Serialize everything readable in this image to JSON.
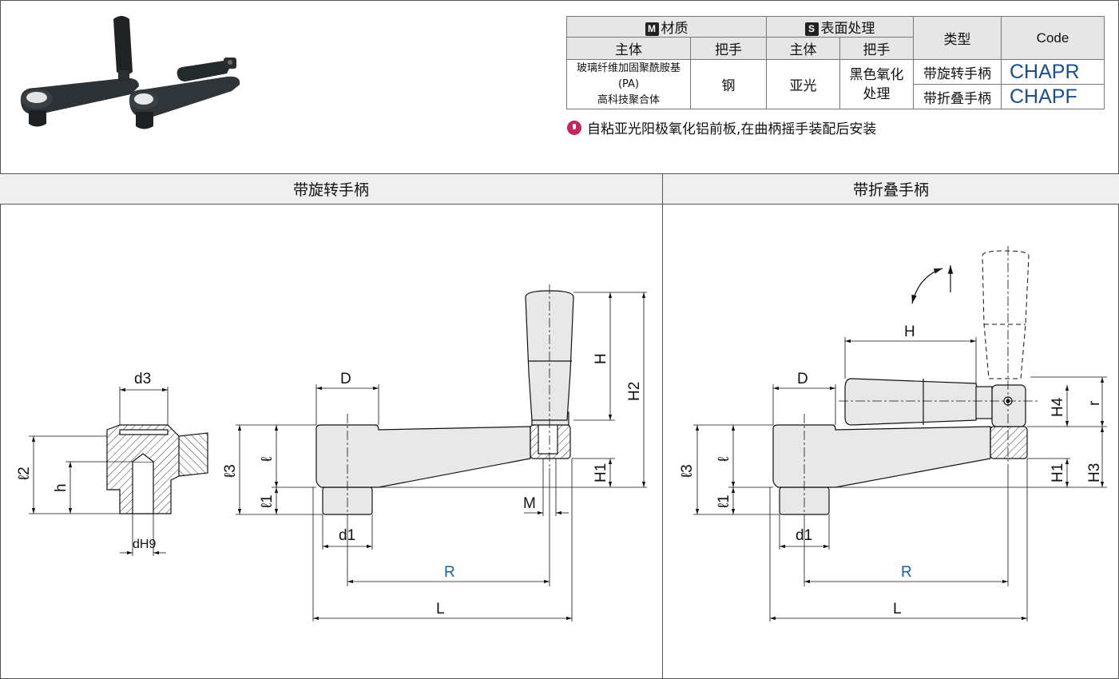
{
  "table": {
    "material_header": "材质",
    "material_badge": "M",
    "surface_header": "表面处理",
    "surface_badge": "S",
    "type_header": "类型",
    "code_header": "Code",
    "sub_body": "主体",
    "sub_handle": "把手",
    "sub_body2": "主体",
    "sub_handle2": "把手",
    "material_body_line1": "玻璃纤维加固聚酰胺基(PA)",
    "material_body_line2": "高科技聚合体",
    "material_handle": "钢",
    "surface_body": "亚光",
    "surface_handle_line1": "黑色氧化",
    "surface_handle_line2": "处理",
    "rows": [
      {
        "type": "带旋转手柄",
        "code": "CHAPR"
      },
      {
        "type": "带折叠手柄",
        "code": "CHAPF"
      }
    ]
  },
  "note": "自粘亚光阳极氧化铝前板,在曲柄摇手装配后安装",
  "sections": {
    "left_title": "带旋转手柄",
    "right_title": "带折叠手柄"
  },
  "dims": {
    "d3": "d3",
    "l2": "ℓ2",
    "h": "h",
    "dH9": "dH9",
    "D": "D",
    "l": "ℓ",
    "l1": "ℓ1",
    "l3": "ℓ3",
    "d1": "d1",
    "R": "R",
    "L": "L",
    "M": "M",
    "H": "H",
    "H1": "H1",
    "H2": "H2",
    "H3": "H3",
    "H4": "H4",
    "r": "r"
  },
  "colors": {
    "code_blue": "#1a4d8c",
    "dim_blue": "#1a5fa8",
    "part_gray": "#e8e8e8"
  }
}
